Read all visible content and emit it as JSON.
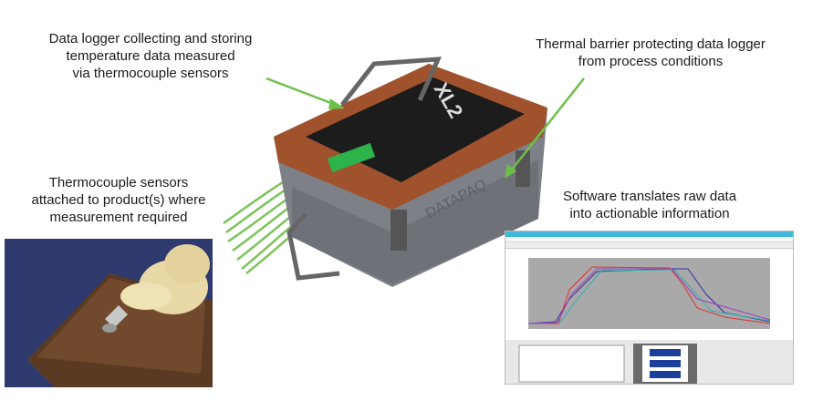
{
  "labels": {
    "data_logger": [
      "Data logger collecting and storing",
      "temperature data measured",
      "via thermocouple sensors"
    ],
    "thermal_barrier": [
      "Thermal barrier protecting data logger",
      "from process conditions"
    ],
    "thermocouple": [
      "Thermocouple sensors",
      "attached to product(s) where",
      "measurement required"
    ],
    "software": [
      "Software translates raw data",
      "into actionable information"
    ]
  },
  "device_branding": {
    "brand": "DATAPAQ",
    "model": "XL2"
  },
  "colors": {
    "arrow": "#6cc04a",
    "wire": "#7cc35a",
    "barrier_band": "#a0522d",
    "case": "#7d8087",
    "chart_bg": "#a9a9a9"
  }
}
